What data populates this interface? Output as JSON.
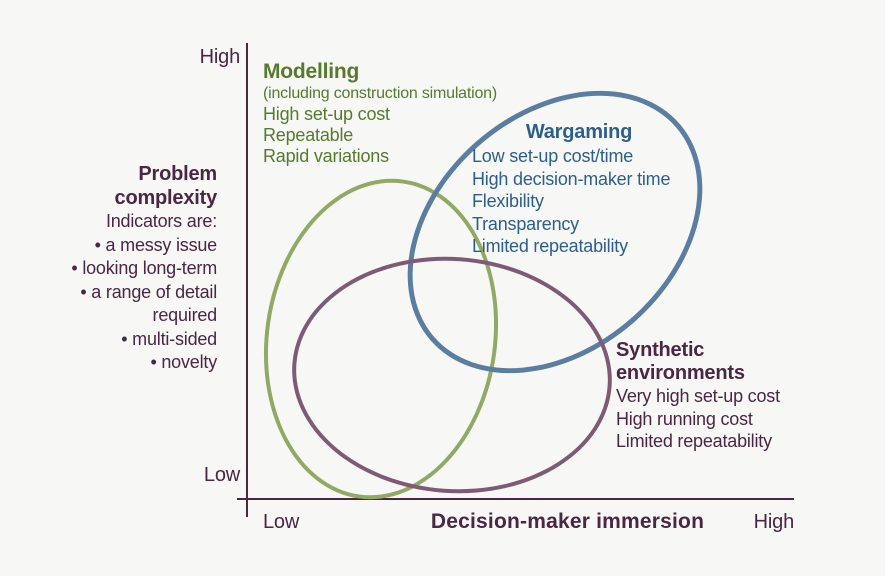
{
  "colors": {
    "background": "#f7f7f5",
    "axis": "#4b2645",
    "maroon_text": "#4b2645",
    "green_text": "#567b2d",
    "green_stroke": "#91a965",
    "blue_text": "#2d5f8c",
    "blue_stroke": "#5b7da1",
    "purple_stroke": "#7e5a74"
  },
  "axes": {
    "y_top_label": "High",
    "y_bottom_label": "Low",
    "x_left_label": "Low",
    "x_title": "Decision-maker immersion",
    "x_right_label": "High"
  },
  "problem_complexity": {
    "heading_lines": [
      "Problem",
      "complexity"
    ],
    "intro": "Indicators are:",
    "lines": [
      "• a messy issue",
      "• looking long-term",
      "• a range of detail",
      "required",
      "• multi-sided",
      "• novelty"
    ]
  },
  "modelling": {
    "title": "Modelling",
    "subtitle": "(including construction simulation)",
    "lines": [
      "High set-up cost",
      "Repeatable",
      "Rapid variations"
    ]
  },
  "wargaming": {
    "title": "Wargaming",
    "lines": [
      "Low set-up cost/time",
      "High decision-maker time",
      "Flexibility",
      "Transparency",
      "Limited repeatability"
    ]
  },
  "synthetic_environments": {
    "title_lines": [
      "Synthetic",
      "environments"
    ],
    "lines": [
      "Very high set-up cost",
      "High running cost",
      "Limited repeatability"
    ]
  }
}
